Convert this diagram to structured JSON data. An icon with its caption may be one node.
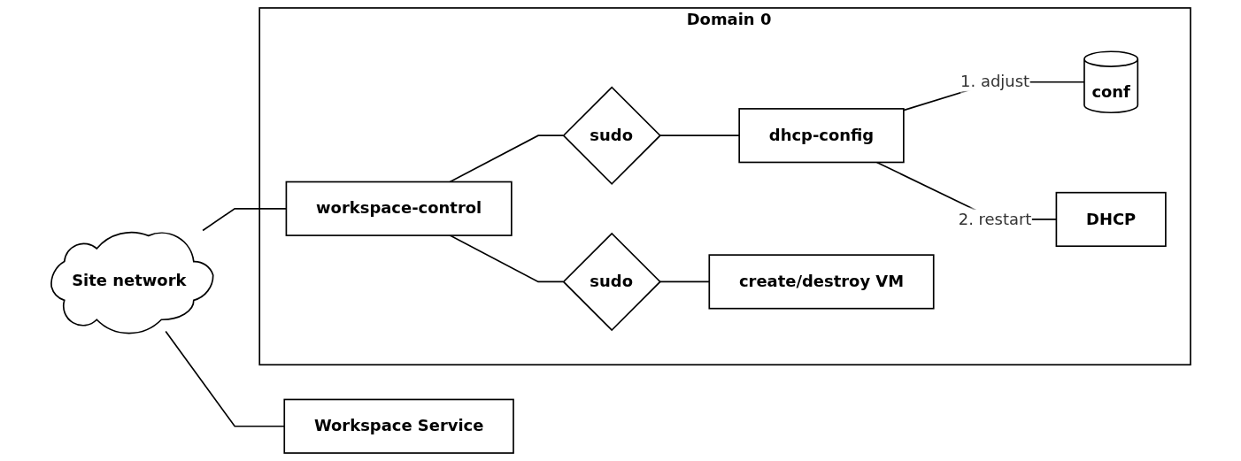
{
  "diagram": {
    "nodes": [
      {
        "text": [
          "Site network"
        ]
      },
      {
        "text": [
          "Workspace Service"
        ]
      },
      {
        "text": [
          "Domain 0"
        ]
      },
      {
        "text": [
          "workspace-control"
        ],
        "in": 2
      },
      {
        "text": [
          "sudo"
        ],
        "in": 2
      },
      {
        "text": [
          "dhcp-config"
        ],
        "in": 2
      },
      {
        "text": [
          "conf"
        ],
        "in": 2
      },
      {
        "text": [
          "DHCP"
        ],
        "in": 2
      },
      {
        "text": [
          "sudo"
        ],
        "in": 2
      },
      {
        "text": [
          "create/destroy VM"
        ],
        "in": 2
      }
    ],
    "edges": [
      {
        "from": 0,
        "to": 3,
        "arrow": "none"
      },
      {
        "from": 0,
        "to": 1,
        "arrow": "none"
      },
      {
        "from": 3,
        "to": 4,
        "arrow": "none"
      },
      {
        "from": 3,
        "to": 8,
        "arrow": "none"
      },
      {
        "from": 4,
        "to": 5,
        "arrow": "none"
      },
      {
        "from": 5,
        "to": 6,
        "label": "1. adjust",
        "arrow": "none"
      },
      {
        "from": 5,
        "to": 7,
        "label": "2. restart",
        "arrow": "none"
      },
      {
        "from": 8,
        "to": 9,
        "arrow": "none"
      }
    ]
  }
}
